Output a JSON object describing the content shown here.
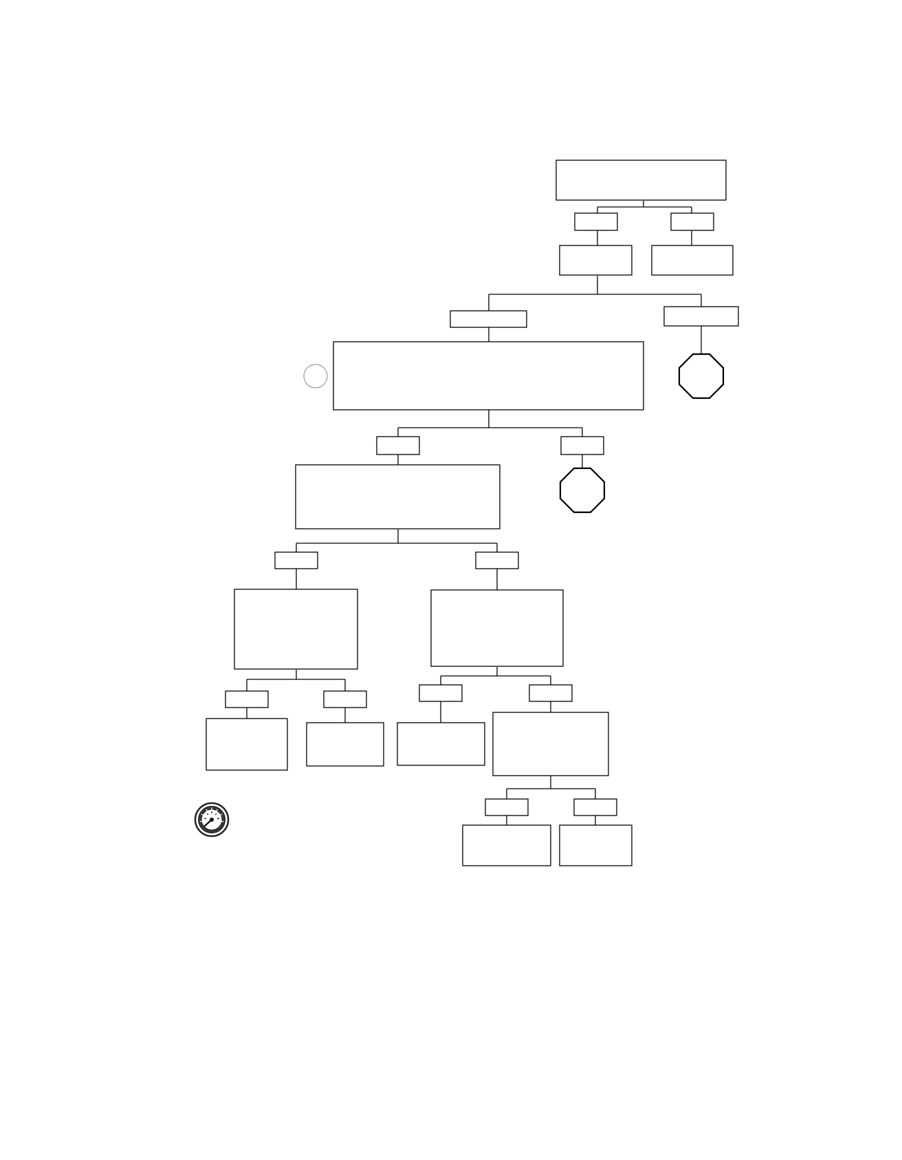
{
  "diagram": {
    "type": "decision-tree",
    "line_color": "#000000",
    "background": "#ffffff",
    "marker_color": "#9a9a9a",
    "gauge_icon": "speedometer-icon",
    "stop_icon": "stop-octagon",
    "nodes": [
      {
        "id": "root",
        "shape": "box",
        "text": ""
      },
      {
        "id": "root-branch-left-label",
        "shape": "label",
        "text": ""
      },
      {
        "id": "root-branch-right-label",
        "shape": "label",
        "text": ""
      },
      {
        "id": "step-2",
        "shape": "box",
        "text": ""
      },
      {
        "id": "step-2-alt",
        "shape": "box",
        "text": ""
      },
      {
        "id": "step-2-branch-left-label",
        "shape": "label",
        "text": ""
      },
      {
        "id": "step-2-branch-right-label",
        "shape": "label",
        "text": ""
      },
      {
        "id": "step-3",
        "shape": "box",
        "text": ""
      },
      {
        "id": "stop-1",
        "shape": "stop",
        "text": ""
      },
      {
        "id": "step-3-branch-left-label",
        "shape": "label",
        "text": ""
      },
      {
        "id": "step-3-branch-right-label",
        "shape": "label",
        "text": ""
      },
      {
        "id": "step-4",
        "shape": "box",
        "text": ""
      },
      {
        "id": "stop-2",
        "shape": "stop",
        "text": ""
      },
      {
        "id": "step-4-branch-left-label",
        "shape": "label",
        "text": ""
      },
      {
        "id": "step-4-branch-right-label",
        "shape": "label",
        "text": ""
      },
      {
        "id": "step-5a",
        "shape": "box",
        "text": ""
      },
      {
        "id": "step-5b",
        "shape": "box",
        "text": ""
      },
      {
        "id": "step-5a-branch-left-label",
        "shape": "label",
        "text": ""
      },
      {
        "id": "step-5a-branch-right-label",
        "shape": "label",
        "text": ""
      },
      {
        "id": "step-5b-branch-left-label",
        "shape": "label",
        "text": ""
      },
      {
        "id": "step-5b-branch-right-label",
        "shape": "label",
        "text": ""
      },
      {
        "id": "result-a1",
        "shape": "box",
        "text": ""
      },
      {
        "id": "result-a2",
        "shape": "box",
        "text": ""
      },
      {
        "id": "result-b1",
        "shape": "box",
        "text": ""
      },
      {
        "id": "step-6",
        "shape": "box",
        "text": ""
      },
      {
        "id": "step-6-branch-left-label",
        "shape": "label",
        "text": ""
      },
      {
        "id": "step-6-branch-right-label",
        "shape": "label",
        "text": ""
      },
      {
        "id": "result-c1",
        "shape": "box",
        "text": ""
      },
      {
        "id": "result-c2",
        "shape": "box",
        "text": ""
      }
    ]
  }
}
